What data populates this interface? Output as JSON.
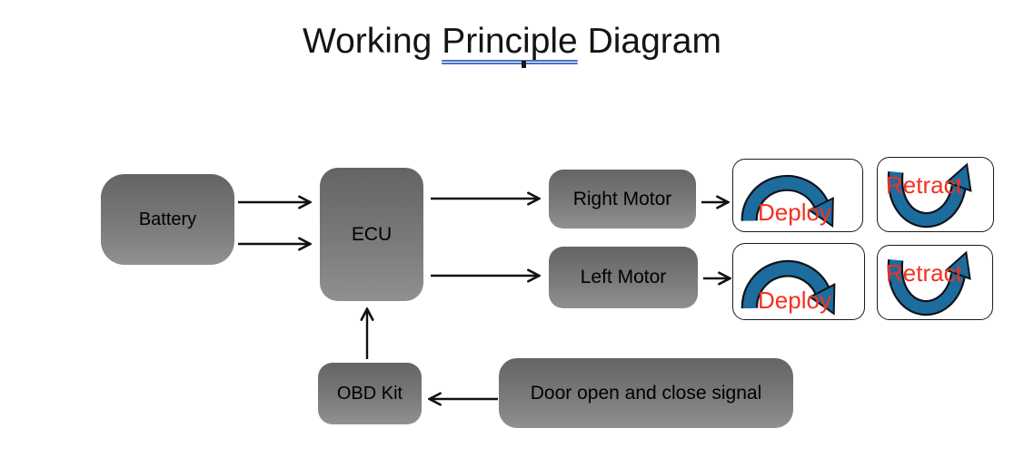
{
  "title": {
    "prefix": "Working ",
    "underlined": "Principle",
    "suffix": " Diagram"
  },
  "nodes": {
    "battery": {
      "label": "Battery"
    },
    "ecu": {
      "label": "ECU"
    },
    "right_motor": {
      "label": "Right Motor"
    },
    "left_motor": {
      "label": "Left Motor"
    },
    "obd_kit": {
      "label": "OBD Kit"
    },
    "door_signal": {
      "label": "Door open and close signal"
    }
  },
  "icons": {
    "deploy_label": "Deploy",
    "retract_label": "Retract",
    "deploy_icon": "arch-arrow-curving-down",
    "retract_icon": "u-arrow-curving-up"
  },
  "connections": [
    {
      "from": "Battery",
      "to": "ECU",
      "line": "upper"
    },
    {
      "from": "Battery",
      "to": "ECU",
      "line": "lower"
    },
    {
      "from": "ECU",
      "to": "Right Motor"
    },
    {
      "from": "ECU",
      "to": "Left Motor"
    },
    {
      "from": "Right Motor",
      "to": "Deploy/Retract (right)"
    },
    {
      "from": "Left Motor",
      "to": "Deploy/Retract (left)"
    },
    {
      "from": "OBD Kit",
      "to": "ECU"
    },
    {
      "from": "Door open and close signal",
      "to": "OBD Kit"
    }
  ],
  "colors": {
    "node_gradient_top": "#646464",
    "node_gradient_bottom": "#909090",
    "icon_arrow_blue": "#1d6c9e",
    "icon_label_red": "#f5301f",
    "underline_blue": "#4472c4",
    "connector_black": "#111111"
  }
}
